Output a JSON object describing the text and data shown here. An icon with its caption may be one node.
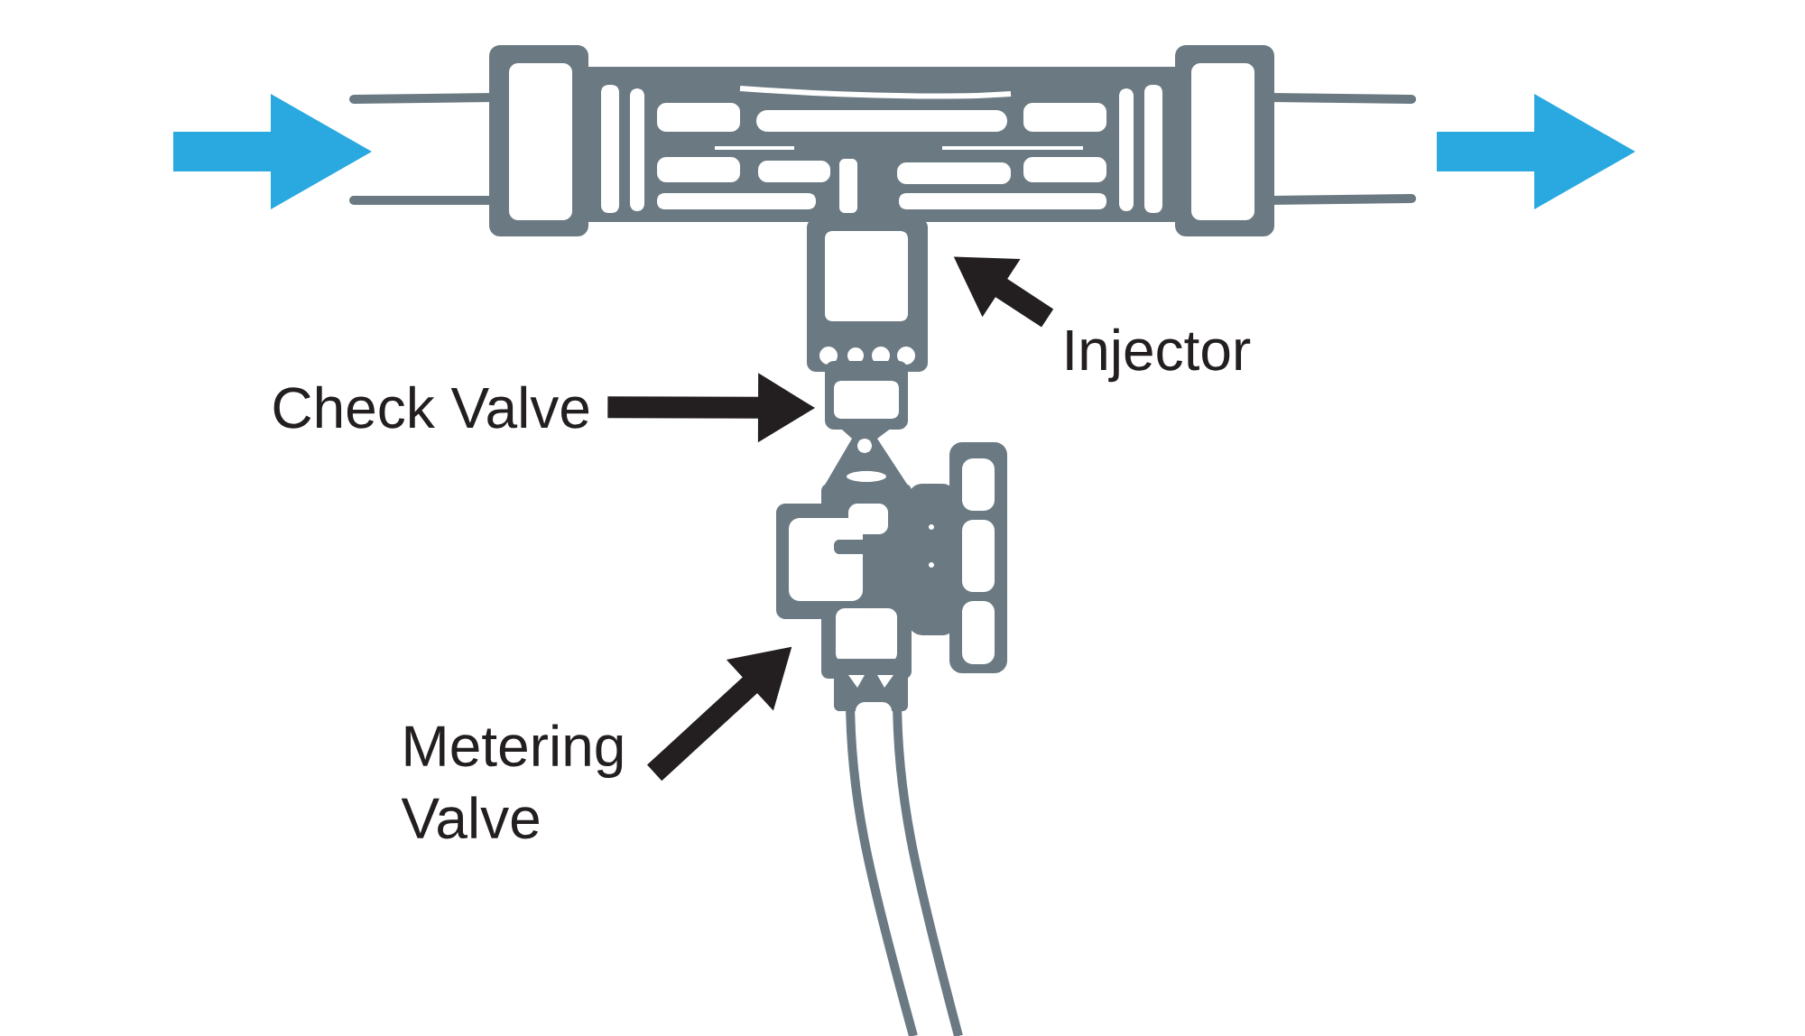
{
  "diagram": {
    "nodes": [
      {
        "text": [
          "Injector"
        ]
      },
      {
        "text": [
          "Check Valve"
        ]
      },
      {
        "text": [
          "Metering Valve"
        ]
      }
    ],
    "edges": [
      {
        "from": 0,
        "to": null,
        "arrow": "to"
      },
      {
        "from": 1,
        "to": null,
        "arrow": "to"
      },
      {
        "from": 2,
        "to": null,
        "arrow": "to"
      }
    ]
  }
}
